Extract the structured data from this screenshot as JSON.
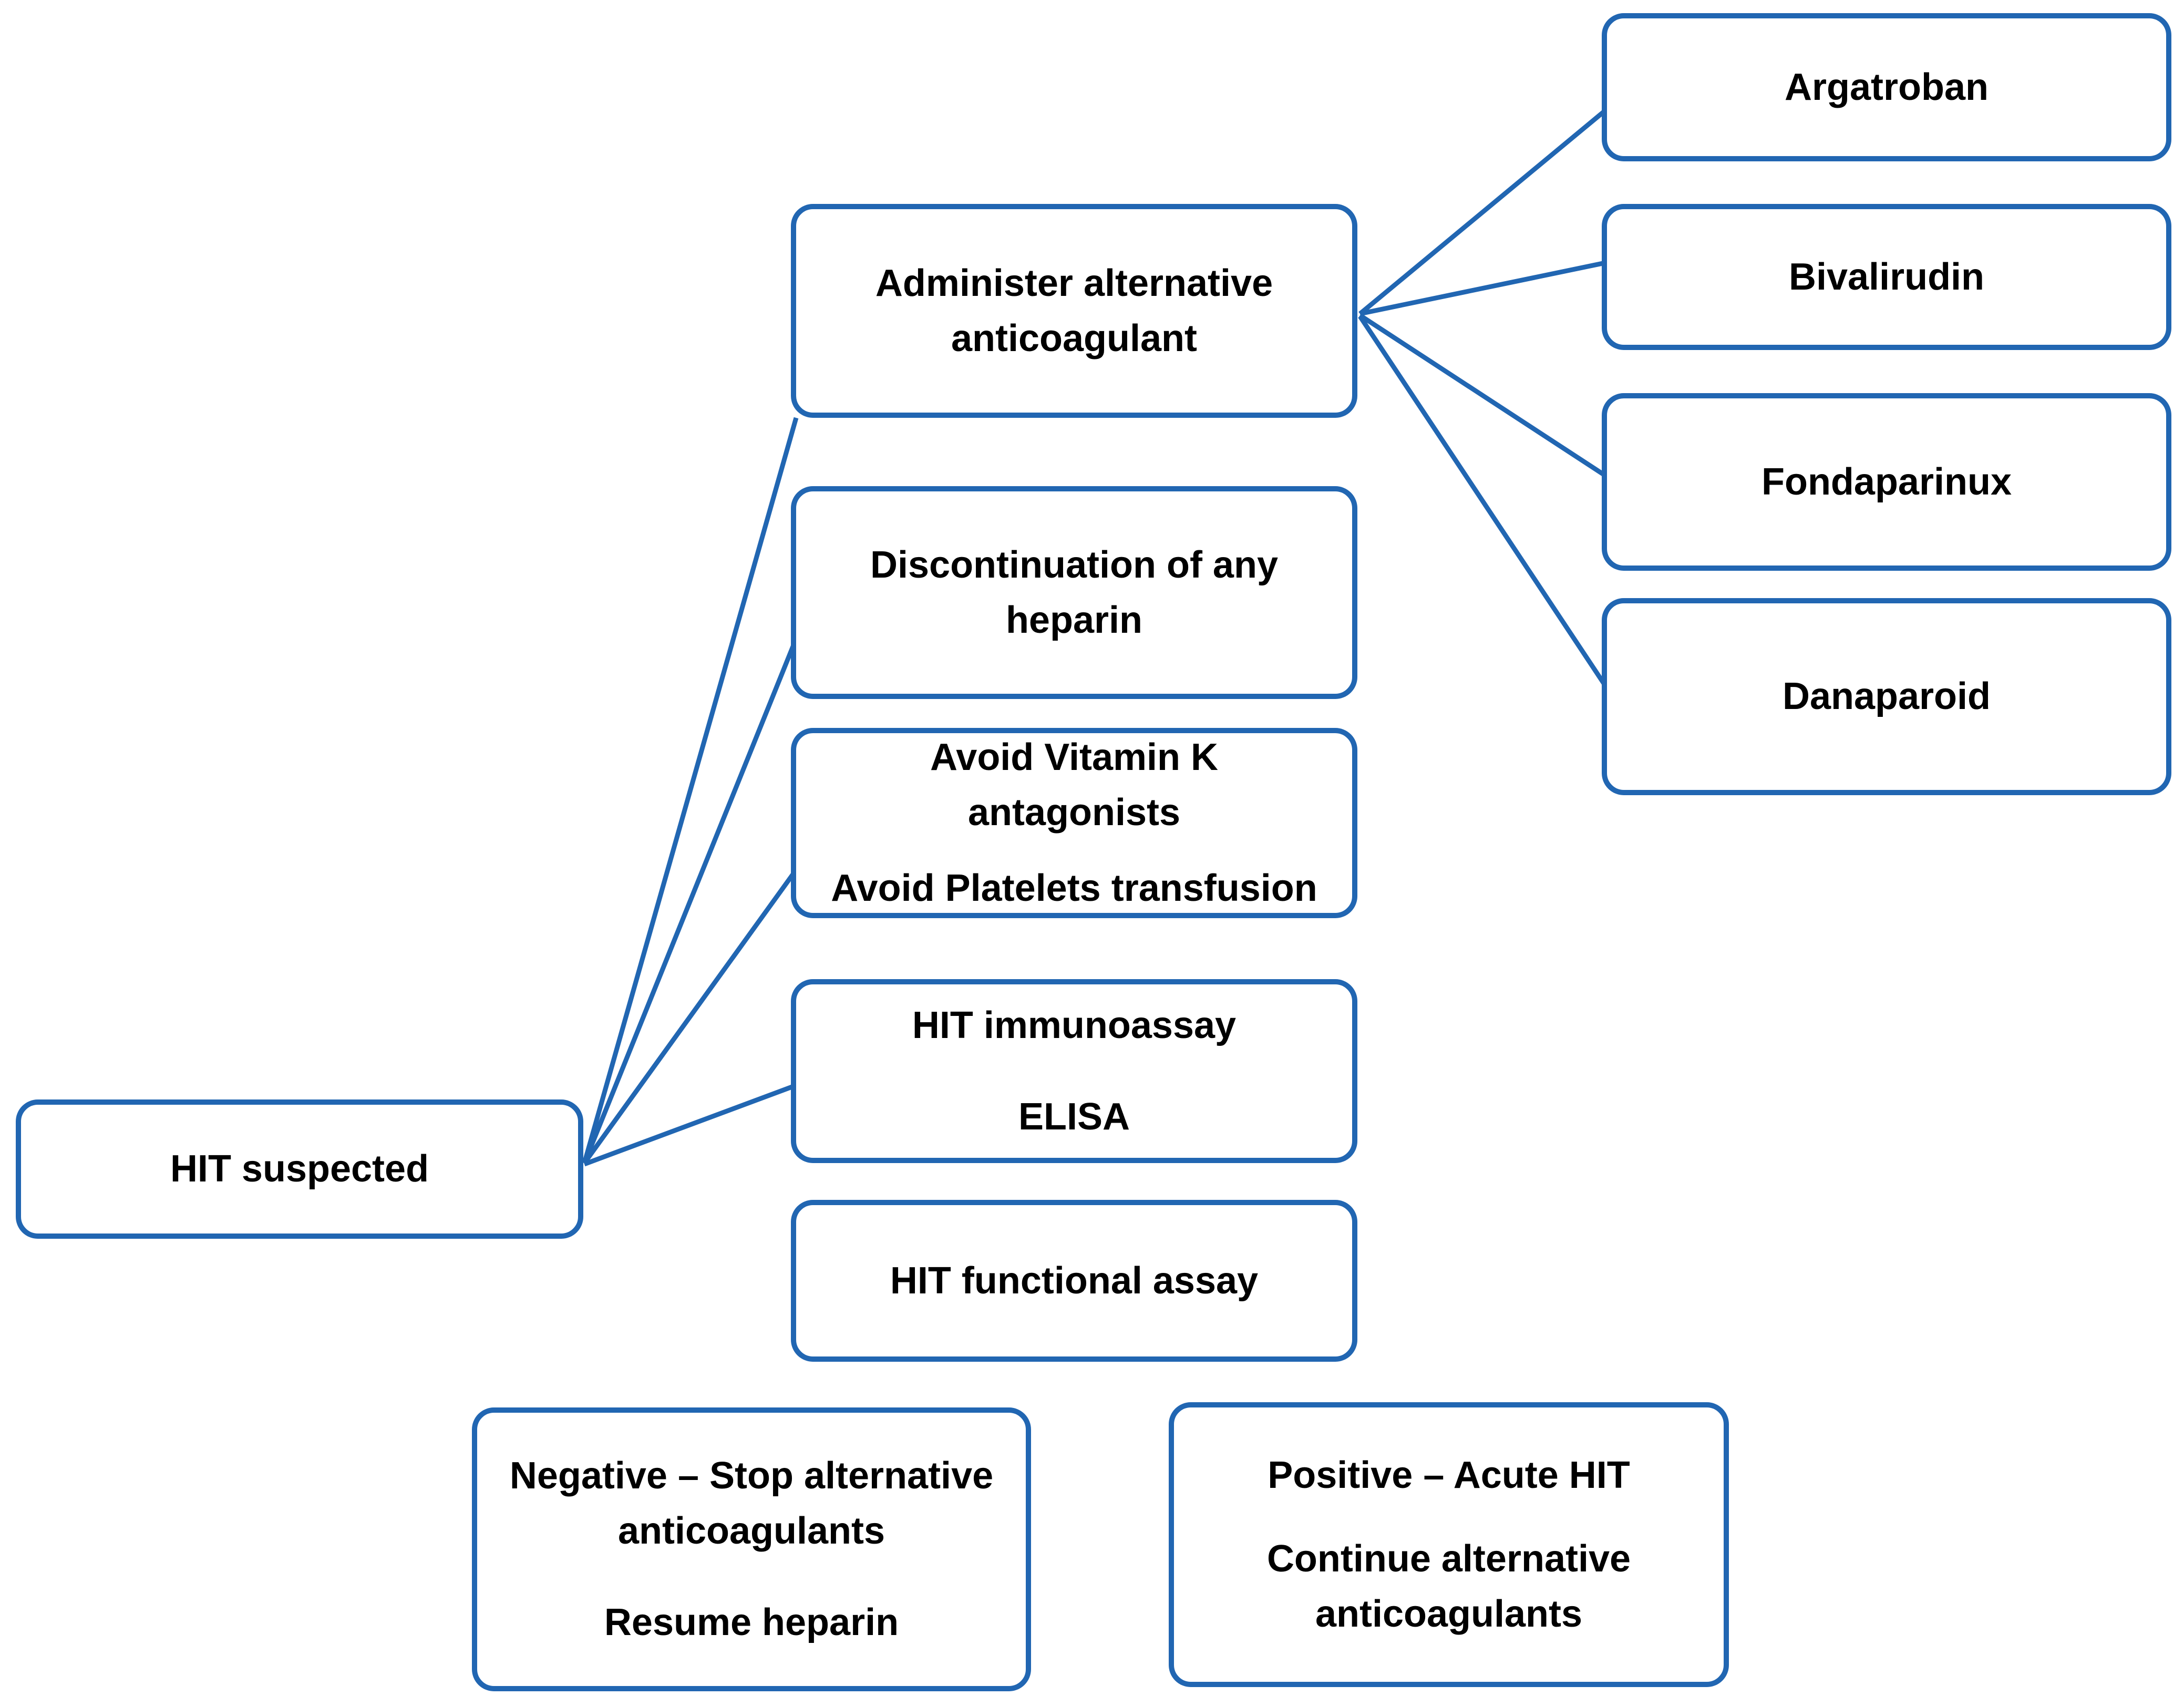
{
  "colors": {
    "line": "#2166B2",
    "box_border": "#2166B2",
    "box_fill": "#FFFFFF",
    "text": "#000000",
    "background": "#FFFFFF"
  },
  "nodes": {
    "hit_suspected": {
      "text": "HIT suspected"
    },
    "administer": {
      "text": "Administer alternative\nanticoagulant"
    },
    "discontinue": {
      "text": "Discontinuation of any\nheparin"
    },
    "avoid": {
      "text1": "Avoid Vitamin K\nantagonists",
      "text2": "Avoid Platelets transfusion"
    },
    "immunoassay": {
      "text1": "HIT immunoassay",
      "text2": "ELISA"
    },
    "functional": {
      "text": "HIT functional assay"
    },
    "negative": {
      "text1": "Negative – Stop alternative\nanticoagulants",
      "text2": "Resume heparin"
    },
    "positive": {
      "text1": "Positive – Acute HIT",
      "text2": "Continue alternative\nanticoagulants"
    },
    "argatroban": {
      "text": "Argatroban"
    },
    "bivalirudin": {
      "text": "Bivalirudin"
    },
    "fondaparinux": {
      "text": "Fondaparinux"
    },
    "danaparoid": {
      "text": "Danaparoid"
    }
  },
  "edges": [
    {
      "from": "hit_suspected",
      "to": "administer"
    },
    {
      "from": "hit_suspected",
      "to": "discontinue"
    },
    {
      "from": "hit_suspected",
      "to": "avoid"
    },
    {
      "from": "hit_suspected",
      "to": "immunoassay"
    },
    {
      "from": "administer",
      "to": "argatroban"
    },
    {
      "from": "administer",
      "to": "bivalirudin"
    },
    {
      "from": "administer",
      "to": "fondaparinux"
    },
    {
      "from": "administer",
      "to": "danaparoid"
    }
  ]
}
